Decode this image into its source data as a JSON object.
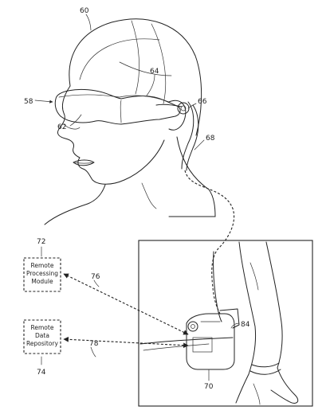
{
  "figure": {
    "reference_numerals": {
      "head": "60",
      "glasses": "58",
      "lens": "62",
      "frame_temple": "64",
      "speaker": "66",
      "cable": "68",
      "local_module": "70",
      "remote_processing_ref": "72",
      "remote_data_ref": "74",
      "link_processing": "76",
      "link_data": "78",
      "belt_clip": "84"
    },
    "boxes": {
      "remote_processing": [
        "Remote",
        "Processing",
        "Module"
      ],
      "remote_data": [
        "Remote",
        "Data",
        "Repository"
      ]
    }
  }
}
